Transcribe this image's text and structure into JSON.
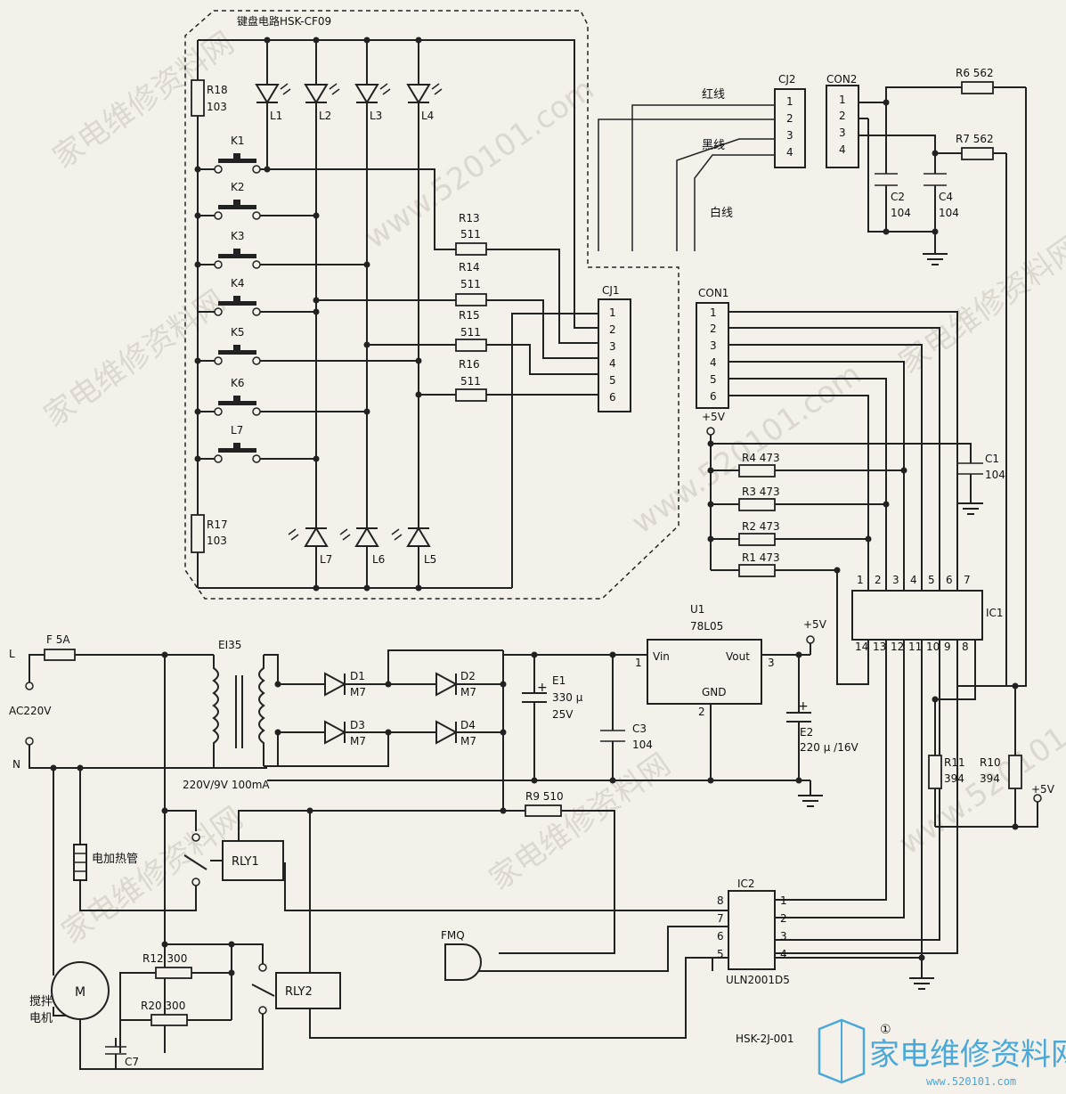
{
  "keyboard_title": "键盘电路HSK-CF09",
  "resistors": {
    "R18": "R18",
    "R18v": "103",
    "R17": "R17",
    "R17v": "103",
    "R13": "R13",
    "R13v": "511",
    "R14": "R14",
    "R14v": "511",
    "R15": "R15",
    "R15v": "511",
    "R16": "R16",
    "R16v": "511",
    "R6": "R6 562",
    "R7": "R7 562",
    "R4": "R4 473",
    "R3": "R3 473",
    "R2": "R2 473",
    "R1": "R1 473",
    "R9": "R9 510",
    "R11": "R11",
    "R11v": "394",
    "R10": "R10",
    "R10v": "394",
    "R12": "R12 300",
    "R20": "R20 300"
  },
  "leds": [
    "L1",
    "L2",
    "L3",
    "L4",
    "L7",
    "L6",
    "L5"
  ],
  "keys": [
    "K1",
    "K2",
    "K3",
    "K4",
    "K5",
    "K6",
    "L7"
  ],
  "connectors": {
    "CJ1": "CJ1",
    "CJ2": "CJ2",
    "CON1": "CON1",
    "CON2": "CON2",
    "pins6": [
      "1",
      "2",
      "3",
      "4",
      "5",
      "6"
    ],
    "pins4": [
      "1",
      "2",
      "3",
      "4"
    ]
  },
  "wires": {
    "red": "红线",
    "black": "黑线",
    "white": "白线"
  },
  "caps": {
    "C2": "C2",
    "C2v": "104",
    "C4": "C4",
    "C4v": "104",
    "C1": "C1",
    "C1v": "104",
    "E1": "E1",
    "E1v": "330 μ",
    "E1v2": "25V",
    "C3": "C3",
    "C3v": "104",
    "E2": "E2",
    "E2v": "220 μ /16V",
    "C7": "C7"
  },
  "power": {
    "plus5v": "+5V",
    "U1": "U1",
    "U1v": "78L05",
    "vin": "Vin",
    "vout": "Vout",
    "gnd": "GND",
    "pin1": "1",
    "pin2": "2",
    "pin3": "3",
    "L": "L",
    "N": "N",
    "ac": "AC220V",
    "fuse": "F 5A",
    "trans": "EI35",
    "trans_spec": "220V/9V 100mA",
    "D1": "D1",
    "D2": "D2",
    "D3": "D3",
    "D4": "D4",
    "dm": "M7"
  },
  "ic1": {
    "name": "IC1",
    "top_pins": [
      "1",
      "2",
      "3",
      "4",
      "5",
      "6",
      "7"
    ],
    "bottom_pins": [
      "14",
      "13",
      "12",
      "11",
      "10",
      "9",
      "8"
    ]
  },
  "ic2": {
    "name": "IC2",
    "part": "ULN2001D5",
    "left_pins": [
      "8",
      "7",
      "6",
      "5"
    ],
    "right_pins": [
      "1",
      "2",
      "3",
      "4"
    ]
  },
  "loads": {
    "heater": "电加热管",
    "rly1": "RLY1",
    "rly2": "RLY2",
    "motor1": "搅拌",
    "motor2": "电机",
    "motor_symbol": "M",
    "buzzer": "FMQ"
  },
  "footer": {
    "fig": "①",
    "code": "HSK-2J-001"
  },
  "watermark": {
    "cn": "家电维修资料网",
    "url": "www.520101.com"
  },
  "logo": {
    "text": "家电维修资料网",
    "url": "www.520101.com"
  }
}
